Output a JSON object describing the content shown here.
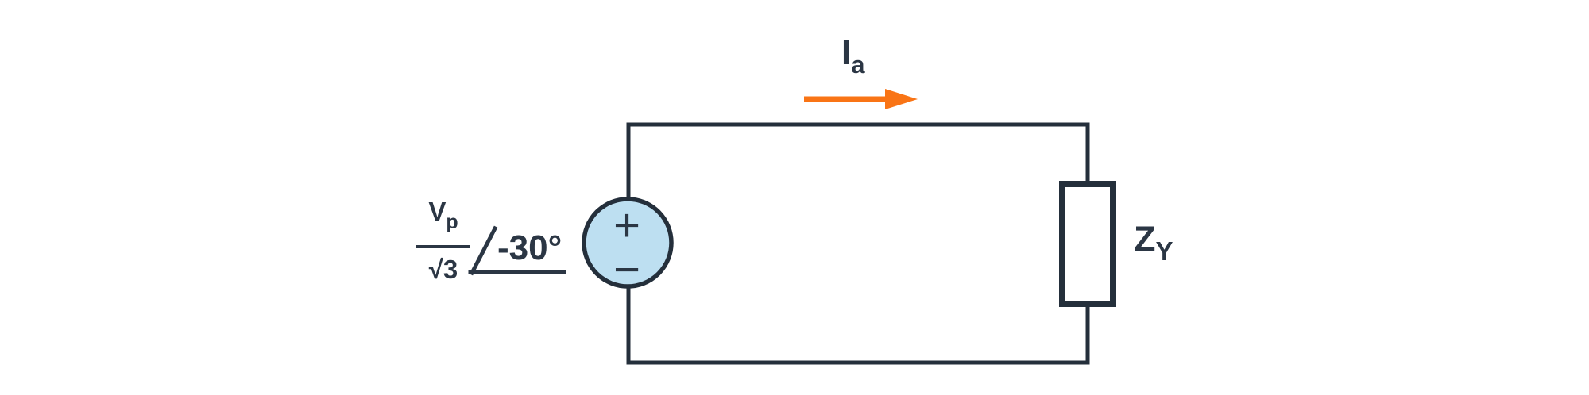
{
  "colors": {
    "background": "#ffffff",
    "wire": "#242f3b",
    "text": "#2b3644",
    "source_fill": "#bddff1",
    "arrow": "#f97415"
  },
  "source_label": {
    "numerator_base": "V",
    "numerator_sub": "p",
    "denominator": "√3",
    "angle": "-30°"
  },
  "source": {
    "plus": "+",
    "minus": "−"
  },
  "current_label": {
    "base": "I",
    "sub": "a"
  },
  "impedance_label": {
    "base": "Z",
    "sub": "Y"
  }
}
